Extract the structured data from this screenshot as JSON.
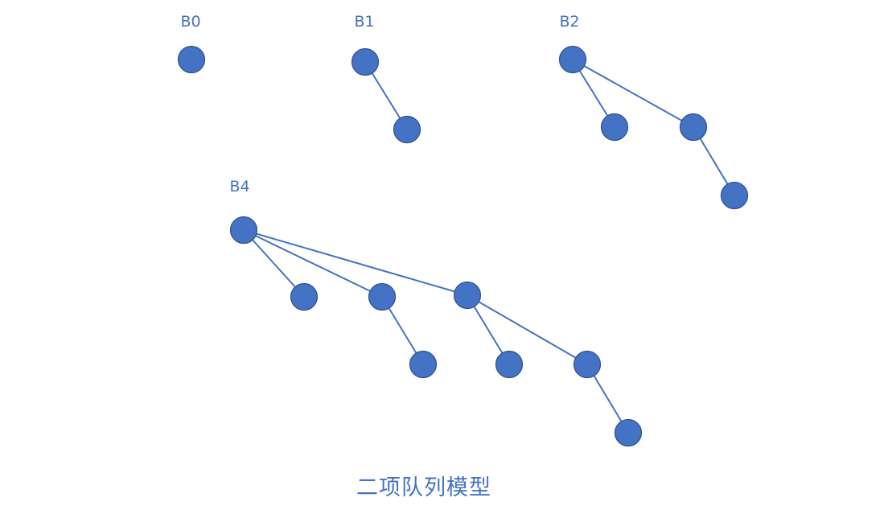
{
  "caption": "二项队列模型",
  "colors": {
    "node_fill": "#4472C4",
    "node_stroke": "#2F528F",
    "edge": "#4472C4",
    "text": "#4472C4"
  },
  "trees": [
    {
      "label": "B0",
      "nodes": [
        "b0-n0"
      ],
      "edges": []
    },
    {
      "label": "B1",
      "nodes": [
        "b1-n0",
        "b1-n1"
      ],
      "edges": [
        [
          "b1-n0",
          "b1-n1"
        ]
      ]
    },
    {
      "label": "B2",
      "nodes": [
        "b2-n0",
        "b2-n1",
        "b2-n2",
        "b2-n3"
      ],
      "edges": [
        [
          "b2-n0",
          "b2-n1"
        ],
        [
          "b2-n0",
          "b2-n2"
        ],
        [
          "b2-n2",
          "b2-n3"
        ]
      ]
    },
    {
      "label": "B4",
      "nodes": [
        "b4-n0",
        "b4-n1",
        "b4-n2",
        "b4-n3",
        "b4-n4",
        "b4-n5",
        "b4-n6",
        "b4-n7"
      ],
      "edges": [
        [
          "b4-n0",
          "b4-n1"
        ],
        [
          "b4-n0",
          "b4-n2"
        ],
        [
          "b4-n0",
          "b4-n4"
        ],
        [
          "b4-n2",
          "b4-n3"
        ],
        [
          "b4-n4",
          "b4-n5"
        ],
        [
          "b4-n4",
          "b4-n6"
        ],
        [
          "b4-n6",
          "b4-n7"
        ]
      ]
    }
  ]
}
